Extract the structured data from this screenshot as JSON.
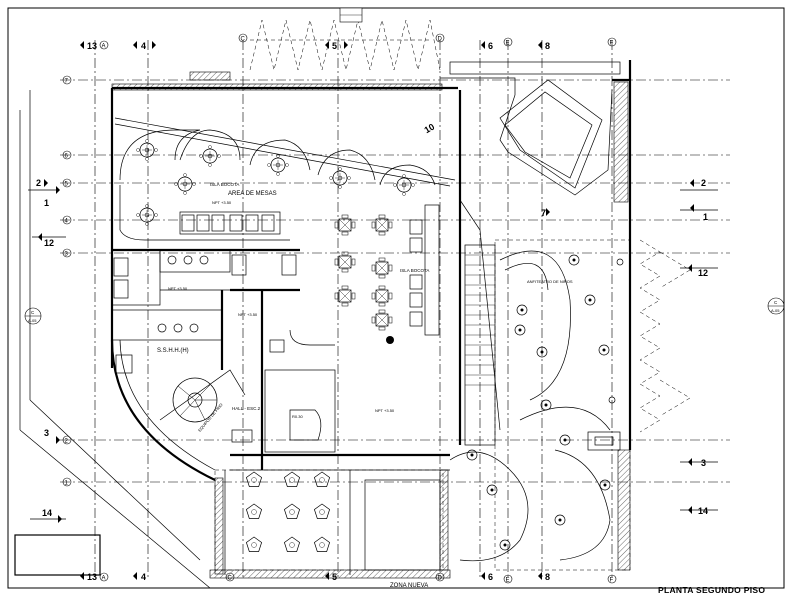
{
  "title": "PLANTA SEGUNDO PISO",
  "grid_markers": {
    "numbers_top": [
      "13",
      "4",
      "5",
      "6",
      "8"
    ],
    "numbers_bottom": [
      "13",
      "4",
      "5",
      "6",
      "8"
    ],
    "letters": [
      "A",
      "C",
      "D",
      "E",
      "F"
    ],
    "rows_left": [
      "7",
      "6",
      "5",
      "4",
      "3",
      "2",
      "1"
    ],
    "section_marks": [
      "2",
      "1",
      "12",
      "3",
      "14",
      "7"
    ],
    "detail_ref": "10",
    "side_callout": [
      "C",
      "A-05"
    ]
  },
  "rooms": {
    "dining": "AREA DE MESAS",
    "bar1": "ISLA BOCOTA",
    "bar2": "ISLA BOCOTA",
    "sshh": "S.S.H.H.(H)",
    "hall": "HALL - ESC.2",
    "zone": "ZONA NUEVA",
    "equipos": "EQUIPOS DE FRIO",
    "level1": "NPT +3.50",
    "level2": "NPT +3.50",
    "level3": "NPT +3.50",
    "level4": "NPT +3.50",
    "anfiteatro": "ANFITEATRO DE NIÑOS",
    "r030": "R0.30"
  }
}
